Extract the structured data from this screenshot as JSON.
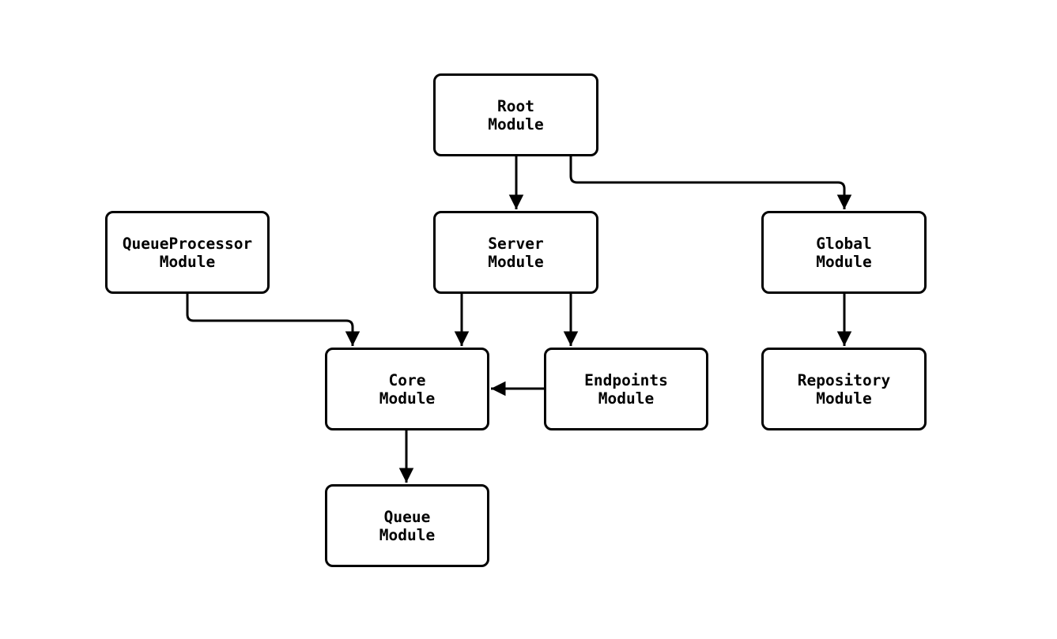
{
  "diagram": {
    "type": "module-dependency-graph",
    "colors": {
      "background": "#ffffff",
      "node_fill": "#ffffff",
      "node_border": "#000000",
      "edge": "#000000",
      "text": "#000000"
    },
    "nodes": [
      {
        "id": "root",
        "lines": [
          "Root",
          "Module"
        ]
      },
      {
        "id": "queueprocessor",
        "lines": [
          "QueueProcessor",
          "Module"
        ]
      },
      {
        "id": "server",
        "lines": [
          "Server",
          "Module"
        ]
      },
      {
        "id": "global",
        "lines": [
          "Global",
          "Module"
        ]
      },
      {
        "id": "core",
        "lines": [
          "Core",
          "Module"
        ]
      },
      {
        "id": "endpoints",
        "lines": [
          "Endpoints",
          "Module"
        ]
      },
      {
        "id": "repository",
        "lines": [
          "Repository",
          "Module"
        ]
      },
      {
        "id": "queue",
        "lines": [
          "Queue",
          "Module"
        ]
      }
    ],
    "edges": [
      {
        "from": "root",
        "to": "server"
      },
      {
        "from": "root",
        "to": "global"
      },
      {
        "from": "queueprocessor",
        "to": "core"
      },
      {
        "from": "server",
        "to": "core"
      },
      {
        "from": "server",
        "to": "endpoints"
      },
      {
        "from": "endpoints",
        "to": "core"
      },
      {
        "from": "global",
        "to": "repository"
      },
      {
        "from": "core",
        "to": "queue"
      }
    ]
  }
}
